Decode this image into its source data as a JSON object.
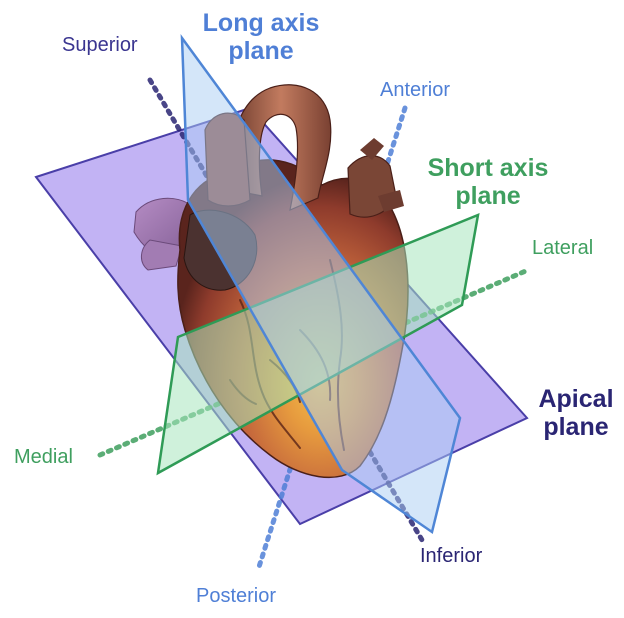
{
  "labels": {
    "long_axis_plane": [
      "Long axis",
      "plane"
    ],
    "short_axis_plane": [
      "Short axis",
      "plane"
    ],
    "apical_plane": [
      "Apical",
      "plane"
    ],
    "superior": "Superior",
    "anterior": "Anterior",
    "lateral": "Lateral",
    "medial": "Medial",
    "inferior": "Inferior",
    "posterior": "Posterior"
  },
  "colors": {
    "long_axis": "#4f7fd6",
    "short_axis": "#3f9f5f",
    "apical": "#2a2573",
    "superior": "#3a3590",
    "anterior": "#4f7fd6",
    "lateral": "#3f9f5f",
    "medial": "#3f9f5f",
    "inferior": "#2a2573",
    "posterior": "#4f7fd6",
    "apical_plane_fill": "#b7a6f2",
    "long_axis_plane_fill": "#a9cdf3",
    "short_axis_plane_fill": "#a8e6bd"
  }
}
